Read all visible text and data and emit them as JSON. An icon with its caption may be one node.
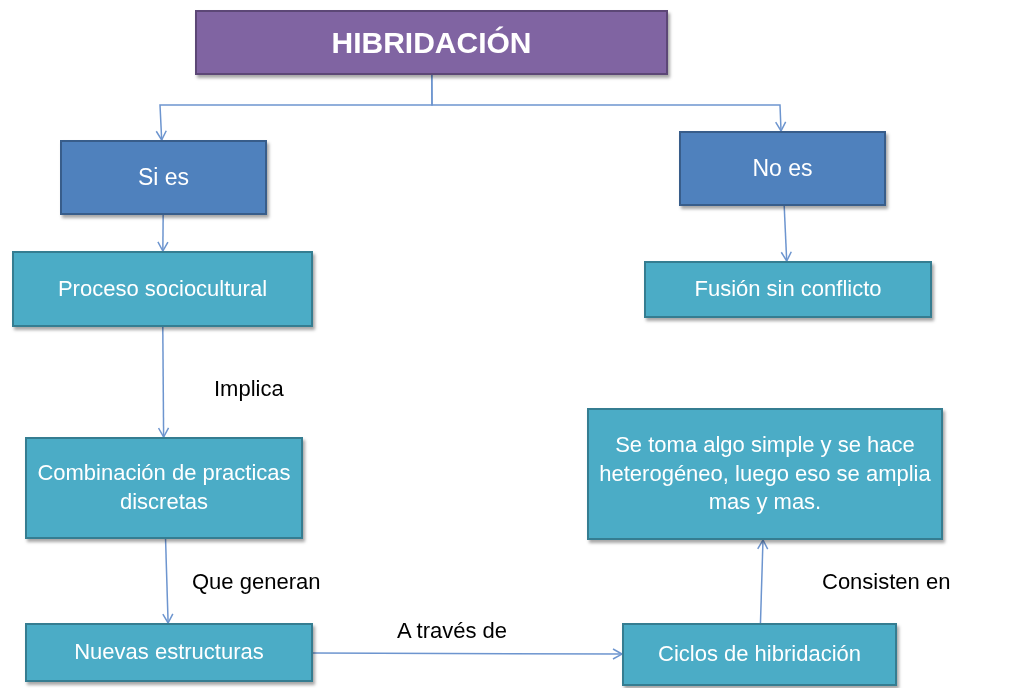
{
  "diagram": {
    "nodes": [
      {
        "text": [
          "HIBRIDACIÓN"
        ]
      },
      {
        "text": [
          "Si es"
        ]
      },
      {
        "text": [
          "No es"
        ]
      },
      {
        "text": [
          "Proceso sociocultural"
        ]
      },
      {
        "text": [
          "Fusión sin conflicto"
        ]
      },
      {
        "text": [
          "Combinación de practicas discretas"
        ]
      },
      {
        "text": [
          "Se toma algo simple y se hace heterogéneo, luego eso se amplia mas y mas."
        ]
      },
      {
        "text": [
          "Nuevas estructuras"
        ]
      },
      {
        "text": [
          "Ciclos de hibridación"
        ]
      }
    ],
    "edges": [
      {
        "from": 0,
        "to": 1,
        "arrow": "to"
      },
      {
        "from": 0,
        "to": 2,
        "arrow": "to"
      },
      {
        "from": 1,
        "to": 3,
        "arrow": "to"
      },
      {
        "from": 2,
        "to": 4,
        "arrow": "to"
      },
      {
        "from": 3,
        "to": 5,
        "arrow": "to",
        "label": "Implica"
      },
      {
        "from": 5,
        "to": 7,
        "arrow": "to",
        "label": "Que generan"
      },
      {
        "from": 7,
        "to": 8,
        "arrow": "to",
        "label": "A través de"
      },
      {
        "from": 8,
        "to": 6,
        "arrow": "to",
        "label": "Consisten en"
      }
    ]
  }
}
